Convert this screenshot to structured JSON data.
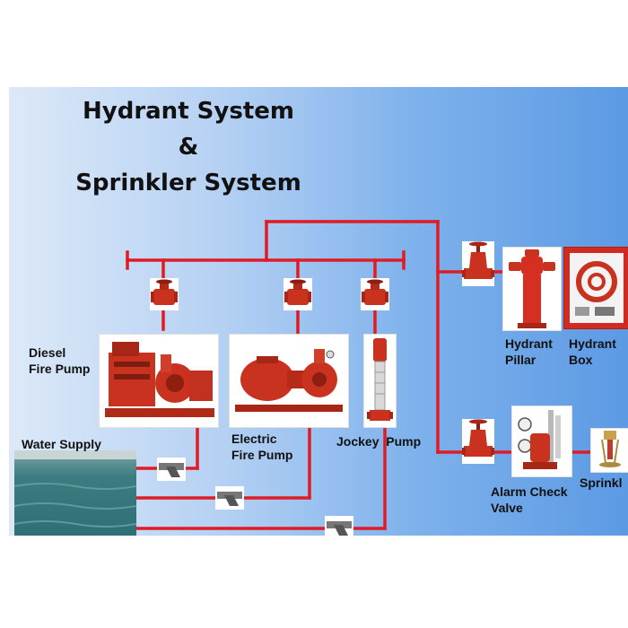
{
  "title": {
    "line1": "Hydrant System",
    "line2": "&",
    "line3": "Sprinkler System"
  },
  "labels": {
    "diesel_fire_pump": [
      "Diesel",
      "Fire Pump"
    ],
    "water_supply": "Water Supply",
    "electric_fire_pump": [
      "Electric",
      "Fire Pump"
    ],
    "jockey_pump": "Jockey  Pump",
    "hydrant_pillar": [
      "Hydrant",
      "Pillar"
    ],
    "hydrant_box": [
      "Hydrant",
      "Box"
    ],
    "alarm_check_valve": [
      "Alarm Check",
      "Valve"
    ],
    "sprinkler": "Sprinkl"
  },
  "colors": {
    "pipe": "#e01b24",
    "equipment_red": "#c8321e",
    "water": "#2f6f75"
  }
}
